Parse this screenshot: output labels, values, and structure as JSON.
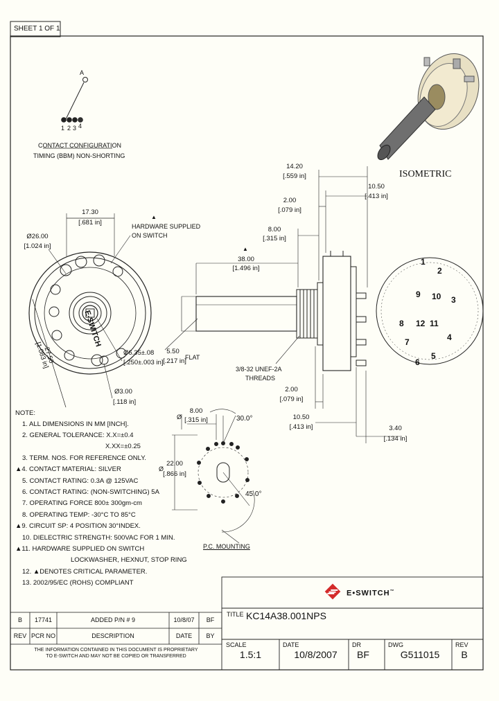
{
  "sheet": "SHEET 1 OF 1",
  "contact": {
    "terminal_a": "A",
    "terminals": [
      "1",
      "2",
      "3",
      "4"
    ],
    "title": "CONTACT CONFIGURATION",
    "timing": "TIMING (BBM) NON-SHORTING"
  },
  "isometric_label": "ISOMETRIC",
  "front_view": {
    "dim_top_mm": "17.30",
    "dim_top_in": "[.681 in]",
    "dia_mm": "Ø26.00",
    "dia_in": "[1.024 in]",
    "hw_marker": "▲",
    "hw_line1": "HARDWARE SUPPLIED",
    "hw_line2": "ON SWITCH",
    "diag_mm": "27.50",
    "diag_in": "[1.083 in]",
    "shaft_mm": "Ø6.35±.08",
    "shaft_in": "[.250±.003 in]",
    "hole_mm": "Ø3.00",
    "hole_in": "[.118 in]",
    "brand_on_part": "E-SWITCH"
  },
  "side_view": {
    "d1_mm": "14.20",
    "d1_in": "[.559 in]",
    "d2_mm": "10.50",
    "d2_in": "[.413 in]",
    "d3_mm": "2.00",
    "d3_in": "[.079 in]",
    "d4_mm": "8.00",
    "d4_in": "[.315 in]",
    "d5_marker": "▲",
    "d5_mm": "38.00",
    "d5_in": "[1.496 in]",
    "d6_mm": "5.50",
    "d6_in": "[.217 in]",
    "flat": "FLAT",
    "thread_line1": "3/8-32 UNEF-2A",
    "thread_line2": "THREADS",
    "d7_mm": "2.00",
    "d7_in": "[.079 in]",
    "d8_mm": "10.50",
    "d8_in": "[.413 in]",
    "d9_mm": "3.40",
    "d9_in": "[.134 in]"
  },
  "terminal_numbers": [
    "1",
    "2",
    "3",
    "4",
    "5",
    "6",
    "7",
    "8",
    "9",
    "10",
    "11",
    "12"
  ],
  "pc_mounting": {
    "d1_mm": "8.00",
    "d1_in": "[.315 in]",
    "d2_mm": "22.00",
    "d2_in": "[.866 in]",
    "angle1": "30.0°",
    "angle2": "45.0°",
    "title": "P.C. MOUNTING",
    "phi": "Ø"
  },
  "notes": {
    "title": "NOTE:",
    "items": [
      "1. ALL DIMENSIONS IN MM [INCH].",
      "2. GENERAL TOLERANCE: X.X=±0.4",
      "X.XX=±0.25",
      "3. TERM. NOS. FOR REFERENCE ONLY.",
      "▲4. CONTACT MATERIAL: SILVER",
      "5. CONTACT RATING: 0.3A @ 125VAC",
      "6. CONTACT RATING: (NON-SWITCHING) 5A",
      "7. OPERATING FORCE 800± 300gm-cm",
      "8. OPERATING TEMP: -30°C TO 85°C",
      "▲9. CIRCUIT SP: 4 POSITION 30°INDEX.",
      "10. DIELECTRIC STRENGTH: 500VAC FOR 1 MIN.",
      "▲11. HARDWARE SUPPLIED ON SWITCH",
      "LOCKWASHER, HEXNUT, STOP RING",
      "12. ▲DENOTES CRITICAL PARAMETER.",
      "13. 2002/95/EC (ROHS) COMPLIANT"
    ]
  },
  "revision": {
    "row": {
      "rev": "B",
      "pcr": "17741",
      "desc": "ADDED P/N # 9",
      "date": "10/8/07",
      "by": "BF"
    },
    "headers": {
      "rev": "REV",
      "pcr": "PCR NO",
      "desc": "DESCRIPTION",
      "date": "DATE",
      "by": "BY"
    },
    "confidential1": "THE INFORMATION CONTAINED IN THIS DOCUMENT IS PROPRIETARY",
    "confidential2": "TO E-SWITCH AND MAY NOT BE COPIED OR TRANSFERRED"
  },
  "title_block": {
    "logo": "E•SWITCH",
    "logo_tm": "™",
    "title_label": "TITLE",
    "title": "KC14A38.001NPS",
    "scale_label": "SCALE",
    "scale": "1.5:1",
    "date_label": "DATE",
    "date": "10/8/2007",
    "dr_label": "DR",
    "dr": "BF",
    "dwg_label": "DWG",
    "dwg": "G511015",
    "rev_label": "REV",
    "rev": "B"
  },
  "colors": {
    "logo_red": "#d42a2a",
    "ink": "#111111",
    "background": "#fefef7"
  }
}
